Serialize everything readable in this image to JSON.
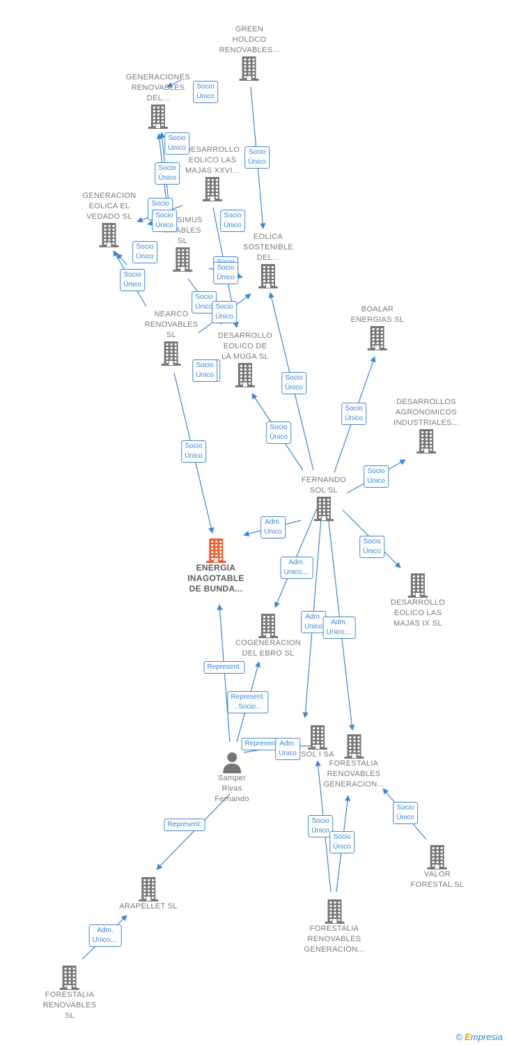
{
  "nodes": [
    {
      "id": "green",
      "lines": [
        "GREEN",
        "HOLDCO",
        "RENOVABLES..."
      ],
      "type": "company"
    },
    {
      "id": "generaciones",
      "lines": [
        "GENERACIONES",
        "RENOVABLES",
        "DEL..."
      ],
      "type": "company"
    },
    {
      "id": "desarrollo_xxvi",
      "lines": [
        "DESARROLLO",
        "EOLICO LAS",
        "MAJAS XXVI..."
      ],
      "type": "company"
    },
    {
      "id": "generacion_vedado",
      "lines": [
        "GENERACION",
        "EOLICA EL",
        "VEDADO SL"
      ],
      "type": "company"
    },
    {
      "id": "issimus",
      "lines": [
        "...ISSIMUS",
        "...VABLES",
        "SL"
      ],
      "type": "company"
    },
    {
      "id": "eolica_sostenible",
      "lines": [
        "EOLICA",
        "SOSTENIBLE",
        "DEL..."
      ],
      "type": "company"
    },
    {
      "id": "nearco",
      "lines": [
        "NEARCO",
        "RENOVABLES",
        "SL"
      ],
      "type": "company"
    },
    {
      "id": "desarrollo_muga",
      "lines": [
        "DESARROLLO",
        "EOLICO DE",
        "LA MUGA SL"
      ],
      "type": "company"
    },
    {
      "id": "boalar",
      "lines": [
        "BOALAR",
        "ENERGIAS  SL"
      ],
      "type": "company"
    },
    {
      "id": "desarrollos_agro",
      "lines": [
        "DESARROLLOS",
        "AGRONOMICOS",
        "INDUSTRIALES..."
      ],
      "type": "company"
    },
    {
      "id": "fernando_sol",
      "lines": [
        "FERNANDO",
        "SOL SL"
      ],
      "type": "company"
    },
    {
      "id": "energia",
      "lines": [
        "ENERGIA",
        "INAGOTABLE",
        "DE BUNDA..."
      ],
      "type": "focus"
    },
    {
      "id": "desarrollo_ix",
      "lines": [
        "DESARROLLO",
        "EOLICO LAS",
        "MAJAS IX  SL"
      ],
      "type": "company"
    },
    {
      "id": "cogeneracion",
      "lines": [
        "COGENERACION",
        "DEL EBRO  SL"
      ],
      "type": "company"
    },
    {
      "id": "sol_i",
      "lines": [
        "SOL I SA"
      ],
      "type": "company"
    },
    {
      "id": "forestalia_gen1",
      "lines": [
        "FORESTALIA",
        "RENOVABLES",
        "GENERACION..."
      ],
      "type": "company"
    },
    {
      "id": "samper",
      "lines": [
        "Samper",
        "Rivas",
        "Fernando"
      ],
      "type": "person"
    },
    {
      "id": "valor_forestal",
      "lines": [
        "VALOR",
        "FORESTAL SL"
      ],
      "type": "company"
    },
    {
      "id": "arapellet",
      "lines": [
        "ARAPELLET  SL"
      ],
      "type": "company"
    },
    {
      "id": "forestalia_gen2",
      "lines": [
        "FORESTALIA",
        "RENOVABLES",
        "GENERACION..."
      ],
      "type": "company"
    },
    {
      "id": "forestalia_sl",
      "lines": [
        "FORESTALIA",
        "RENOVABLES",
        "SL"
      ],
      "type": "company"
    }
  ],
  "edges": [
    {
      "id": "e1",
      "lines": [
        "Socio",
        "Único"
      ]
    },
    {
      "id": "e2",
      "lines": [
        "Socio",
        "Único"
      ]
    },
    {
      "id": "e3",
      "lines": [
        "Socio",
        "Único"
      ]
    },
    {
      "id": "e4",
      "lines": [
        "Socio",
        "Único"
      ]
    },
    {
      "id": "e5",
      "lines": [
        "Socio",
        "Único"
      ]
    },
    {
      "id": "e6",
      "lines": [
        "Socio",
        "Único"
      ]
    },
    {
      "id": "e7",
      "lines": [
        "Socio",
        "Único"
      ]
    },
    {
      "id": "e8",
      "lines": [
        "Socio",
        "Único"
      ]
    },
    {
      "id": "e9",
      "lines": [
        "Socio",
        "Único"
      ]
    },
    {
      "id": "e10",
      "lines": [
        "Socio",
        "Único"
      ]
    },
    {
      "id": "e11",
      "lines": [
        "Socio",
        "Único"
      ]
    },
    {
      "id": "e12",
      "lines": [
        "Socio",
        "Único"
      ]
    },
    {
      "id": "e13",
      "lines": [
        "Socio",
        "Único"
      ]
    },
    {
      "id": "e14",
      "lines": [
        "Socio",
        "Único"
      ]
    },
    {
      "id": "e15",
      "lines": [
        "Socio",
        "Único"
      ]
    },
    {
      "id": "e16",
      "lines": [
        "Socio",
        "Único"
      ]
    },
    {
      "id": "e17",
      "lines": [
        "Socio",
        "Único"
      ]
    },
    {
      "id": "e18",
      "lines": [
        "Socio",
        "Único"
      ]
    },
    {
      "id": "e19",
      "lines": [
        "Socio",
        "Único"
      ]
    },
    {
      "id": "e20",
      "lines": [
        "Socio",
        "Único"
      ]
    },
    {
      "id": "e21",
      "lines": [
        "Adm.",
        "Unico"
      ]
    },
    {
      "id": "e22",
      "lines": [
        "Socio",
        "Único"
      ]
    },
    {
      "id": "e23",
      "lines": [
        "Adm.",
        "Unico,..."
      ]
    },
    {
      "id": "e24",
      "lines": [
        "Adm.",
        "Unico"
      ]
    },
    {
      "id": "e25",
      "lines": [
        "Adm.",
        "Unico,..."
      ]
    },
    {
      "id": "e26",
      "lines": [
        "Represent."
      ]
    },
    {
      "id": "e27",
      "lines": [
        "Represent.",
        ", Socio..."
      ]
    },
    {
      "id": "e28",
      "lines": [
        "Represent."
      ]
    },
    {
      "id": "e29",
      "lines": [
        "Adm.",
        "Unico"
      ]
    },
    {
      "id": "e30",
      "lines": [
        "Socio",
        "Único"
      ]
    },
    {
      "id": "e31",
      "lines": [
        "Socio",
        "Único"
      ]
    },
    {
      "id": "e32",
      "lines": [
        "Socio",
        "Único"
      ]
    },
    {
      "id": "e33",
      "lines": [
        "Represent."
      ]
    },
    {
      "id": "e34",
      "lines": [
        "Adm.",
        "Unico,..."
      ]
    }
  ],
  "colors": {
    "edge": "#3a86d6",
    "company_icon": "#777777",
    "focus_icon": "#f05a28",
    "label": "#7a7a7a"
  },
  "icons": {
    "company": "building-icon",
    "focus": "building-icon",
    "person": "person-icon"
  },
  "brand": {
    "copyright": "©",
    "first_letter": "E",
    "rest": "mpresia"
  }
}
